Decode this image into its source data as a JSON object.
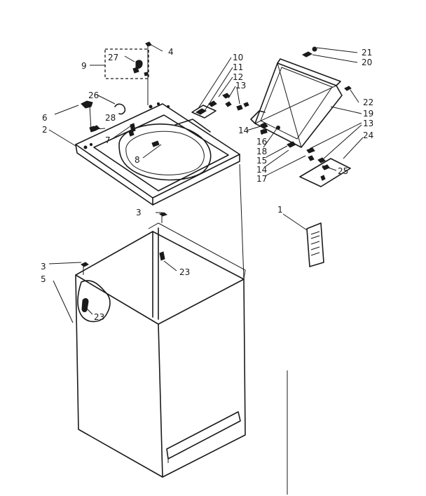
{
  "callouts": [
    {
      "n": "1"
    },
    {
      "n": "2"
    },
    {
      "n": "3"
    },
    {
      "n": "3"
    },
    {
      "n": "4"
    },
    {
      "n": "5"
    },
    {
      "n": "6"
    },
    {
      "n": "7"
    },
    {
      "n": "8"
    },
    {
      "n": "9"
    },
    {
      "n": "10"
    },
    {
      "n": "11"
    },
    {
      "n": "12"
    },
    {
      "n": "13"
    },
    {
      "n": "13"
    },
    {
      "n": "14"
    },
    {
      "n": "14"
    },
    {
      "n": "15"
    },
    {
      "n": "16"
    },
    {
      "n": "17"
    },
    {
      "n": "18"
    },
    {
      "n": "19"
    },
    {
      "n": "20"
    },
    {
      "n": "21"
    },
    {
      "n": "22"
    },
    {
      "n": "23"
    },
    {
      "n": "23"
    },
    {
      "n": "24"
    },
    {
      "n": "25"
    },
    {
      "n": "26"
    },
    {
      "n": "27"
    },
    {
      "n": "28"
    }
  ],
  "colors": {
    "ink": "#1a1a1a",
    "paper": "#ffffff"
  }
}
